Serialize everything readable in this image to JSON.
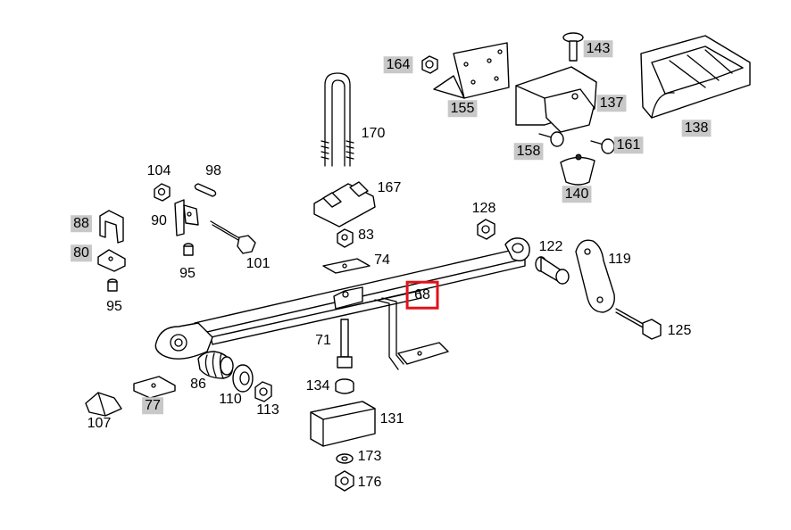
{
  "diagram": {
    "labels": [
      {
        "id": "164",
        "text": "164",
        "highlight": true
      },
      {
        "id": "155",
        "text": "155",
        "highlight": true
      },
      {
        "id": "143",
        "text": "143",
        "highlight": true
      },
      {
        "id": "137",
        "text": "137",
        "highlight": true
      },
      {
        "id": "138",
        "text": "138",
        "highlight": true
      },
      {
        "id": "158",
        "text": "158",
        "highlight": true
      },
      {
        "id": "161",
        "text": "161",
        "highlight": true
      },
      {
        "id": "140",
        "text": "140",
        "highlight": true
      },
      {
        "id": "170",
        "text": "170",
        "highlight": false
      },
      {
        "id": "167",
        "text": "167",
        "highlight": false
      },
      {
        "id": "104",
        "text": "104",
        "highlight": false
      },
      {
        "id": "98",
        "text": "98",
        "highlight": false
      },
      {
        "id": "90",
        "text": "90",
        "highlight": false
      },
      {
        "id": "88",
        "text": "88",
        "highlight": true
      },
      {
        "id": "80",
        "text": "80",
        "highlight": true
      },
      {
        "id": "95a",
        "text": "95",
        "highlight": false
      },
      {
        "id": "95b",
        "text": "95",
        "highlight": false
      },
      {
        "id": "101",
        "text": "101",
        "highlight": false
      },
      {
        "id": "83",
        "text": "83",
        "highlight": false
      },
      {
        "id": "74",
        "text": "74",
        "highlight": false
      },
      {
        "id": "128",
        "text": "128",
        "highlight": false
      },
      {
        "id": "122",
        "text": "122",
        "highlight": false
      },
      {
        "id": "119",
        "text": "119",
        "highlight": false
      },
      {
        "id": "68",
        "text": "68",
        "highlight": false,
        "selected": true
      },
      {
        "id": "125",
        "text": "125",
        "highlight": false
      },
      {
        "id": "71",
        "text": "71",
        "highlight": false
      },
      {
        "id": "134",
        "text": "134",
        "highlight": false
      },
      {
        "id": "131",
        "text": "131",
        "highlight": false
      },
      {
        "id": "173",
        "text": "173",
        "highlight": false
      },
      {
        "id": "176",
        "text": "176",
        "highlight": false
      },
      {
        "id": "86",
        "text": "86",
        "highlight": false
      },
      {
        "id": "110",
        "text": "110",
        "highlight": false
      },
      {
        "id": "113",
        "text": "113",
        "highlight": false
      },
      {
        "id": "107",
        "text": "107",
        "highlight": false
      },
      {
        "id": "77",
        "text": "77",
        "highlight": true
      }
    ],
    "colors": {
      "highlight": "#c8c8c8",
      "selection": "#e0121b",
      "ink": "#000000"
    }
  }
}
